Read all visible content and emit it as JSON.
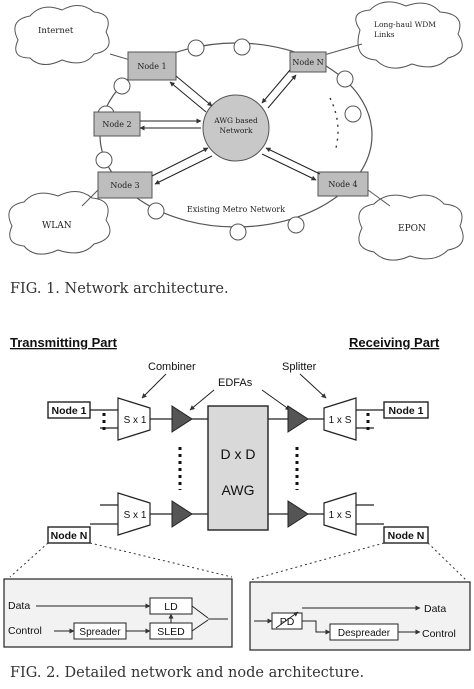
{
  "figure1": {
    "clouds": {
      "internet": "Internet",
      "longhaul_line1": "Long-haul WDM",
      "longhaul_line2": "Links",
      "wlan": "WLAN",
      "epon": "EPON"
    },
    "nodes": {
      "node1": "Node 1",
      "nodeN": "Node N",
      "node2": "Node 2",
      "node3": "Node 3",
      "node4": "Node 4"
    },
    "hub_line1": "AWG based",
    "hub_line2": "Network",
    "ring_label": "Existing Metro Network",
    "ellipsis": ". . ."
  },
  "caption1": "FIG. 1.  Network architecture.",
  "figure2": {
    "transmitting_title": "Transmitting Part",
    "receiving_title": "Receiving Part",
    "combiner_label": "Combiner",
    "splitter_label": "Splitter",
    "edfas_label": "EDFAs",
    "node1_left": "Node 1",
    "nodeN_left": "Node N",
    "node1_right": "Node 1",
    "nodeN_right": "Node N",
    "coupler_top_left": "S x 1",
    "coupler_bottom_left": "S x 1",
    "splitter_top_right": "1 x S",
    "splitter_bottom_right": "1 x S",
    "awg_line1": "D x D",
    "awg_line2": "AWG",
    "tx_detail": {
      "data": "Data",
      "control": "Control",
      "ld": "LD",
      "spreader": "Spreader",
      "sled": "SLED"
    },
    "rx_detail": {
      "pd": "PD",
      "despreader": "Despreader",
      "data": "Data",
      "control": "Control"
    }
  },
  "caption2": "FIG. 2.  Detailed network and node architecture."
}
